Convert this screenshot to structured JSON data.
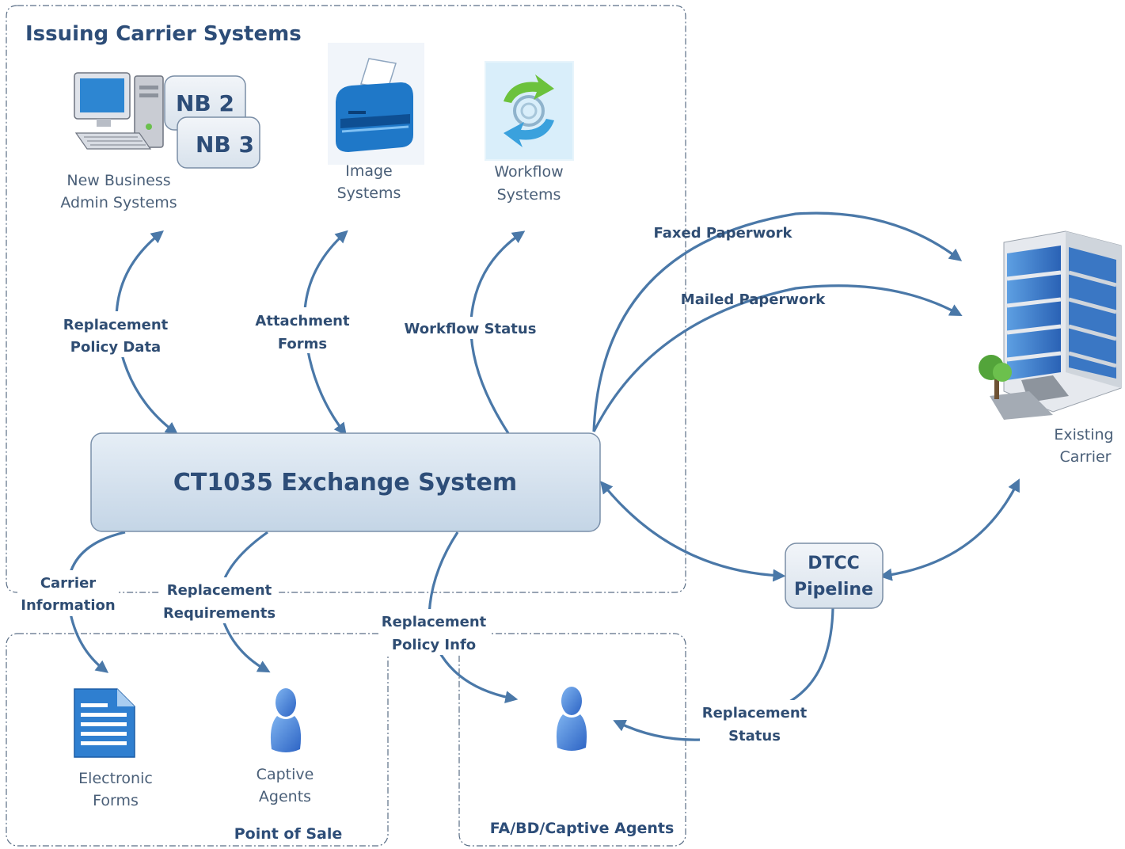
{
  "regions": {
    "issuing_carrier": "Issuing Carrier Systems",
    "point_of_sale": "Point of Sale",
    "fa_bd_captive": "FA/BD/Captive Agents"
  },
  "systems": {
    "nb2": "NB 2",
    "nb3": "NB 3",
    "new_business_line1": "New Business",
    "new_business_line2": "Admin Systems",
    "image_line1": "Image",
    "image_line2": "Systems",
    "workflow_line1": "Workflow",
    "workflow_line2": "Systems",
    "exchange": "CT1035 Exchange System",
    "dtcc_line1": "DTCC",
    "dtcc_line2": "Pipeline",
    "existing_carrier_line1": "Existing",
    "existing_carrier_line2": "Carrier",
    "electronic_forms_line1": "Electronic",
    "electronic_forms_line2": "Forms",
    "captive_agents_line1": "Captive",
    "captive_agents_line2": "Agents"
  },
  "flows": {
    "replacement_policy_data_1": "Replacement",
    "replacement_policy_data_2": "Policy Data",
    "attachment_forms_1": "Attachment",
    "attachment_forms_2": "Forms",
    "workflow_status": "Workflow Status",
    "faxed_paperwork": "Faxed Paperwork",
    "mailed_paperwork": "Mailed Paperwork",
    "carrier_information_1": "Carrier",
    "carrier_information_2": "Information",
    "replacement_requirements_1": "Replacement",
    "replacement_requirements_2": "Requirements",
    "replacement_policy_info_1": "Replacement",
    "replacement_policy_info_2": "Policy Info",
    "replacement_status_1": "Replacement",
    "replacement_status_2": "Status"
  },
  "colors": {
    "arrow": "#4a78a8",
    "box_fill": "#d5e2ee",
    "title": "#2d4d78"
  },
  "icons": [
    "computer-icon",
    "printer-icon",
    "workflow-cycle-icon",
    "office-building-icon",
    "document-icon",
    "person-icon"
  ]
}
